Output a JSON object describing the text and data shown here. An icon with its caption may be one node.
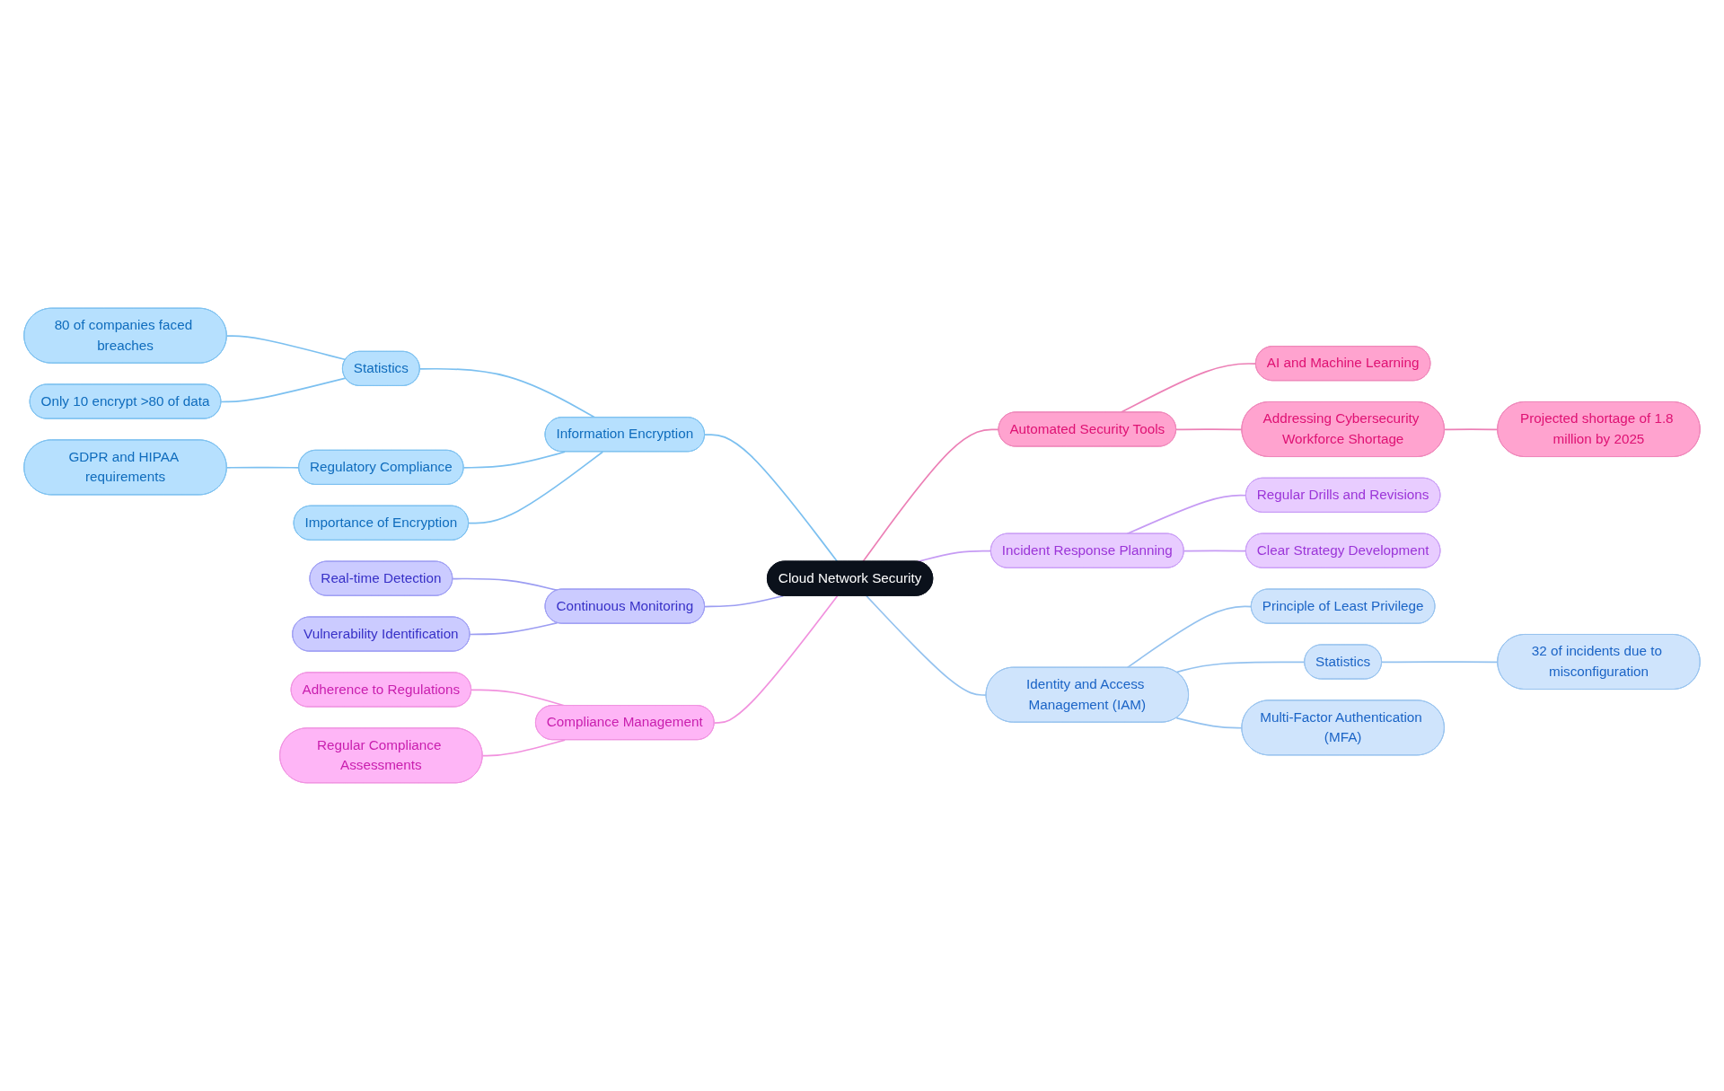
{
  "diagram": {
    "nodes": [
      {
        "text": [
          "Cloud Network Security"
        ]
      },
      {
        "text": [
          "Information Encryption"
        ]
      },
      {
        "text": [
          "Statistics"
        ]
      },
      {
        "text": [
          "80 of companies faced breaches"
        ]
      },
      {
        "text": [
          "Only 10 encrypt >80 of data"
        ]
      },
      {
        "text": [
          "Regulatory Compliance"
        ]
      },
      {
        "text": [
          "GDPR and HIPAA requirements"
        ]
      },
      {
        "text": [
          "Importance of Encryption"
        ]
      },
      {
        "text": [
          "Automated Security Tools"
        ]
      },
      {
        "text": [
          "AI and Machine Learning"
        ]
      },
      {
        "text": [
          "Addressing Cybersecurity Workforce Shortage"
        ]
      },
      {
        "text": [
          "Projected shortage of 1.8 million by 2025"
        ]
      },
      {
        "text": [
          "Incident Response Planning"
        ]
      },
      {
        "text": [
          "Regular Drills and Revisions"
        ]
      },
      {
        "text": [
          "Clear Strategy Development"
        ]
      },
      {
        "text": [
          "Identity and Access Management (IAM)"
        ]
      },
      {
        "text": [
          "Principle of Least Privilege"
        ]
      },
      {
        "text": [
          "Statistics"
        ]
      },
      {
        "text": [
          "32 of incidents due to misconfiguration"
        ]
      },
      {
        "text": [
          "Multi-Factor Authentication (MFA)"
        ]
      },
      {
        "text": [
          "Continuous Monitoring"
        ]
      },
      {
        "text": [
          "Real-time Detection"
        ]
      },
      {
        "text": [
          "Vulnerability Identification"
        ]
      },
      {
        "text": [
          "Compliance Management"
        ]
      },
      {
        "text": [
          "Adherence to Regulations"
        ]
      },
      {
        "text": [
          "Regular Compliance Assessments"
        ]
      }
    ],
    "edges": [
      {
        "from": 1,
        "to": 0,
        "arrow": "none"
      },
      {
        "from": 2,
        "to": 1,
        "arrow": "none"
      },
      {
        "from": 3,
        "to": 2,
        "arrow": "none"
      },
      {
        "from": 4,
        "to": 2,
        "arrow": "none"
      },
      {
        "from": 5,
        "to": 1,
        "arrow": "none"
      },
      {
        "from": 6,
        "to": 5,
        "arrow": "none"
      },
      {
        "from": 7,
        "to": 1,
        "arrow": "none"
      },
      {
        "from": 0,
        "to": 8,
        "arrow": "none",
        "color": "#ec80b6"
      },
      {
        "from": 8,
        "to": 9,
        "arrow": "none",
        "color": "#ec80b6"
      },
      {
        "from": 8,
        "to": 10,
        "arrow": "none",
        "color": "#ec80b6"
      },
      {
        "from": 10,
        "to": 11,
        "arrow": "none",
        "color": "#ec80b6"
      },
      {
        "from": 0,
        "to": 12,
        "arrow": "none",
        "color": "#c69bf4"
      },
      {
        "from": 12,
        "to": 13,
        "arrow": "none",
        "color": "#c69bf4"
      },
      {
        "from": 12,
        "to": 14,
        "arrow": "none",
        "color": "#c69bf4"
      },
      {
        "from": 0,
        "to": 15,
        "arrow": "none",
        "color": "#94c2ef"
      },
      {
        "from": 15,
        "to": 16,
        "arrow": "none",
        "color": "#94c2ef"
      },
      {
        "from": 15,
        "to": 17,
        "arrow": "none",
        "color": "#94c2ef"
      },
      {
        "from": 17,
        "to": 18,
        "arrow": "none",
        "color": "#94c2ef"
      },
      {
        "from": 15,
        "to": 19,
        "arrow": "none",
        "color": "#94c2ef"
      },
      {
        "from": 20,
        "to": 0,
        "arrow": "none",
        "color": "#9c9df2"
      },
      {
        "from": 21,
        "to": 20,
        "arrow": "none",
        "color": "#9c9df2"
      },
      {
        "from": 22,
        "to": 20,
        "arrow": "none",
        "color": "#9c9df2"
      },
      {
        "from": 23,
        "to": 0,
        "arrow": "none",
        "color": "#f191de"
      },
      {
        "from": 24,
        "to": 23,
        "arrow": "none",
        "color": "#f191de"
      },
      {
        "from": 25,
        "to": 23,
        "arrow": "none",
        "color": "#f191de"
      }
    ]
  }
}
